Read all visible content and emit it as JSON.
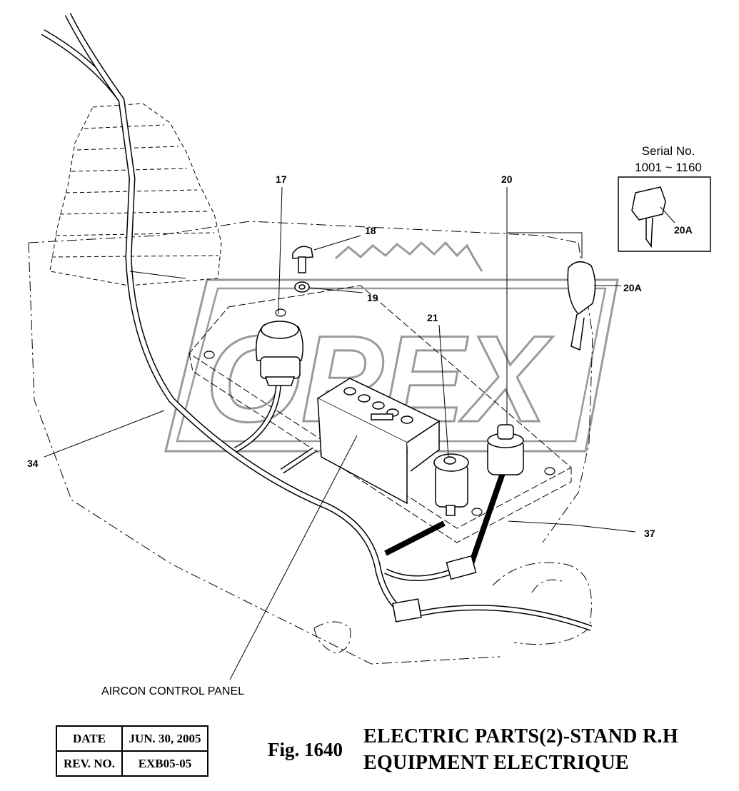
{
  "serial_box": {
    "line1": "Serial No.",
    "line2": "1001 ~ 1160",
    "part": "20A"
  },
  "callouts": {
    "p17": "17",
    "p18": "18",
    "p19": "19",
    "p20": "20",
    "p20a": "20A",
    "p21": "21",
    "p34": "34",
    "p37": "37"
  },
  "labels": {
    "aircon": "AIRCON CONTROL PANEL"
  },
  "revision_table": {
    "date_label": "DATE",
    "date_value": "JUN. 30, 2005",
    "rev_label": "REV. NO.",
    "rev_value": "EXB05-05"
  },
  "figure": {
    "number": "Fig. 1640",
    "title_en": "ELECTRIC PARTS(2)-STAND R.H",
    "title_fr": "EQUIPMENT ELECTRIQUE"
  },
  "watermark": {
    "text": "OPEX"
  },
  "colors": {
    "ink": "#000000",
    "watermark": "#999999",
    "paper": "#ffffff"
  }
}
